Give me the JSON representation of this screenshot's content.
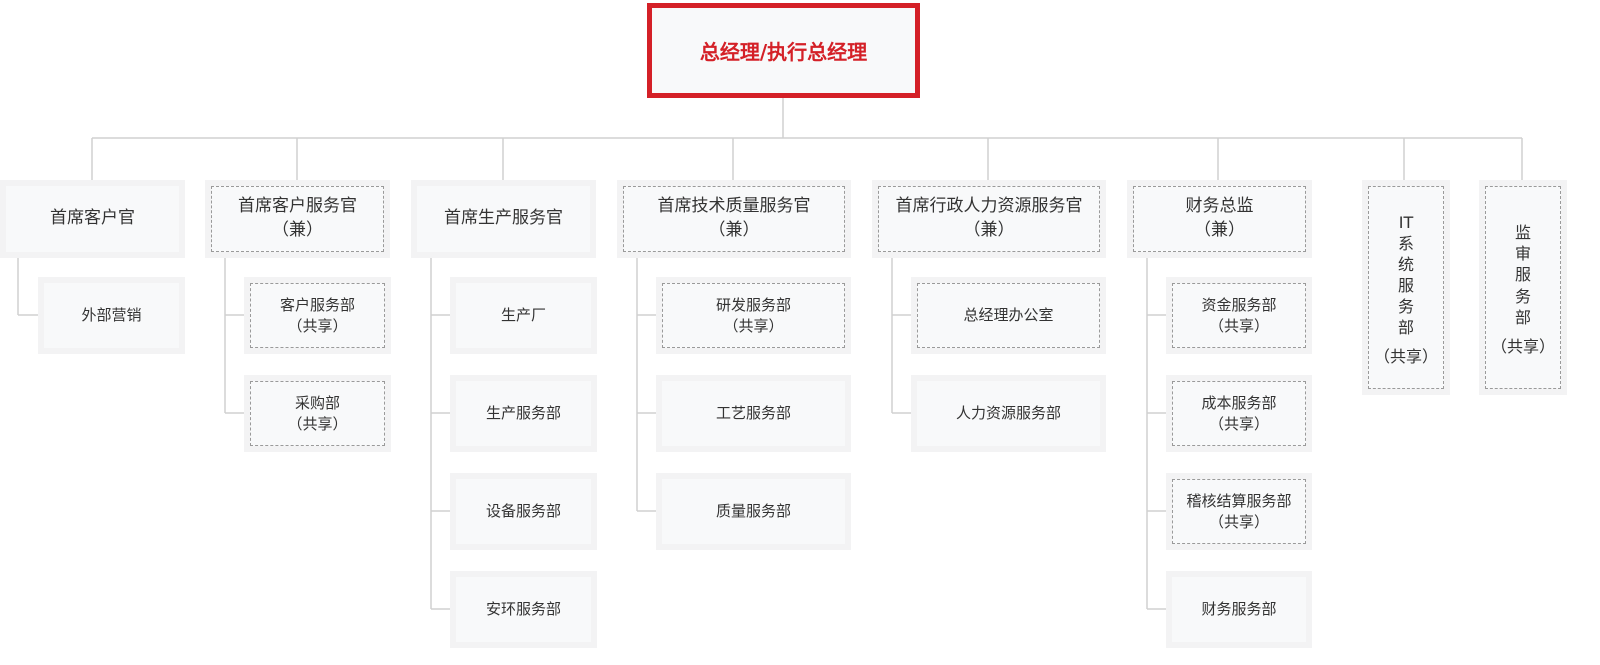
{
  "root": {
    "label": "总经理/执行总经理"
  },
  "departments": [
    {
      "label": "首席客户官",
      "note": "",
      "children": [
        {
          "label": "外部营销",
          "note": ""
        }
      ]
    },
    {
      "label": "首席客户服务官",
      "note": "（兼）",
      "children": [
        {
          "label": "客户服务部",
          "note": "（共享）"
        },
        {
          "label": "采购部",
          "note": "（共享）"
        }
      ]
    },
    {
      "label": "首席生产服务官",
      "note": "",
      "children": [
        {
          "label": "生产厂",
          "note": ""
        },
        {
          "label": "生产服务部",
          "note": ""
        },
        {
          "label": "设备服务部",
          "note": ""
        },
        {
          "label": "安环服务部",
          "note": ""
        }
      ]
    },
    {
      "label": "首席技术质量服务官",
      "note": "（兼）",
      "children": [
        {
          "label": "研发服务部",
          "note": "（共享）"
        },
        {
          "label": "工艺服务部",
          "note": ""
        },
        {
          "label": "质量服务部",
          "note": ""
        }
      ]
    },
    {
      "label": "首席行政人力资源服务官",
      "note": "（兼）",
      "children": [
        {
          "label": "总经理办公室",
          "note": ""
        },
        {
          "label": "人力资源服务部",
          "note": ""
        }
      ]
    },
    {
      "label": "财务总监",
      "note": "（兼）",
      "children": [
        {
          "label": "资金服务部",
          "note": "（共享）"
        },
        {
          "label": "成本服务部",
          "note": "（共享）"
        },
        {
          "label": "稽核结算服务部",
          "note": "（共享）"
        },
        {
          "label": "财务服务部",
          "note": ""
        }
      ]
    },
    {
      "label": "IT系统服务部",
      "note": "（共享）",
      "children": []
    },
    {
      "label": "监审服务部",
      "note": "（共享）",
      "children": []
    }
  ],
  "colors": {
    "accent": "#d42027",
    "connector": "#d0d0d0",
    "box_bg": "#f3f3f4"
  }
}
